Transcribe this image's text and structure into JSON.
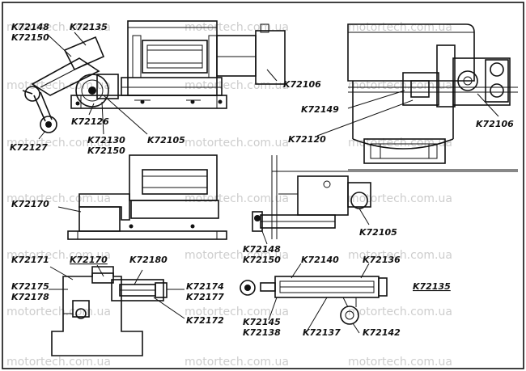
{
  "labels": {
    "l1": "K72148",
    "l2": "K72150",
    "l3": "K72135",
    "l4": "K72126",
    "l5": "K72127",
    "l6": "K72130",
    "l7": "K72150",
    "l8": "K72105",
    "l9": "K72106",
    "l10": "K72149",
    "l11": "K72120",
    "l12": "K72106",
    "l13": "K72170",
    "l14": "K72105",
    "l15": "K72148",
    "l16": "K72150",
    "l17": "K72171",
    "l18": "K72170",
    "l19": "K72180",
    "l20": "K72175",
    "l21": "K72178",
    "l22": "K72174",
    "l23": "K72177",
    "l24": "K72172",
    "l25": "K72140",
    "l26": "K72136",
    "l27": "K72135",
    "l28": "K72145",
    "l29": "K72138",
    "l30": "K72137",
    "l31": "K72142"
  },
  "watermark": "motortech.com.ua"
}
